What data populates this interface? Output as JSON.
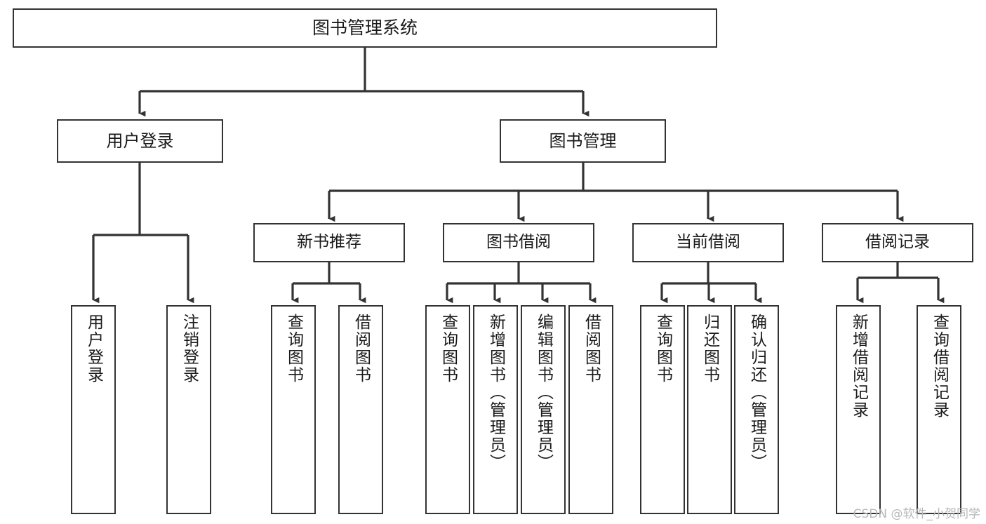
{
  "diagram": {
    "type": "tree-hierarchy",
    "title": "图书管理系统",
    "orientation": "top-down",
    "colors": {
      "box_border": "#333333",
      "box_fill": "#ffffff",
      "edge": "#333333",
      "text": "#1a1a1a",
      "watermark": "#b8b8b8",
      "background": "#ffffff"
    },
    "levels": {
      "root": {
        "label": "图书管理系统"
      },
      "level_1": [
        {
          "id": "user-login",
          "label": "用户登录"
        },
        {
          "id": "book-management",
          "label": "图书管理"
        }
      ],
      "level_2": [
        {
          "id": "new-book-recommend",
          "label": "新书推荐",
          "parent": "book-management"
        },
        {
          "id": "book-borrow",
          "label": "图书借阅",
          "parent": "book-management"
        },
        {
          "id": "current-borrow",
          "label": "当前借阅",
          "parent": "book-management"
        },
        {
          "id": "borrow-record",
          "label": "借阅记录",
          "parent": "book-management"
        }
      ],
      "level_3": [
        {
          "id": "leaf-user-login",
          "label": "用户登录",
          "parent": "user-login"
        },
        {
          "id": "leaf-logout-login",
          "label": "注销登录",
          "parent": "user-login"
        },
        {
          "id": "leaf-query-book-rec",
          "label": "查询图书",
          "parent": "new-book-recommend"
        },
        {
          "id": "leaf-borrow-book-rec",
          "label": "借阅图书",
          "parent": "new-book-recommend"
        },
        {
          "id": "leaf-query-book-borrow",
          "label": "查询图书",
          "parent": "book-borrow"
        },
        {
          "id": "leaf-add-book",
          "label": "新增图书（管理员）",
          "parent": "book-borrow"
        },
        {
          "id": "leaf-edit-book",
          "label": "编辑图书（管理员）",
          "parent": "book-borrow"
        },
        {
          "id": "leaf-borrow-book",
          "label": "借阅图书",
          "parent": "book-borrow"
        },
        {
          "id": "leaf-query-book-current",
          "label": "查询图书",
          "parent": "current-borrow"
        },
        {
          "id": "leaf-return-book",
          "label": "归还图书",
          "parent": "current-borrow"
        },
        {
          "id": "leaf-confirm-return",
          "label": "确认归还（管理员）",
          "parent": "current-borrow"
        },
        {
          "id": "leaf-add-record",
          "label": "新增借阅记录",
          "parent": "borrow-record"
        },
        {
          "id": "leaf-query-record",
          "label": "查询借阅记录",
          "parent": "borrow-record"
        }
      ]
    }
  },
  "watermark": {
    "text": "CSDN @软件_小贺同学"
  }
}
